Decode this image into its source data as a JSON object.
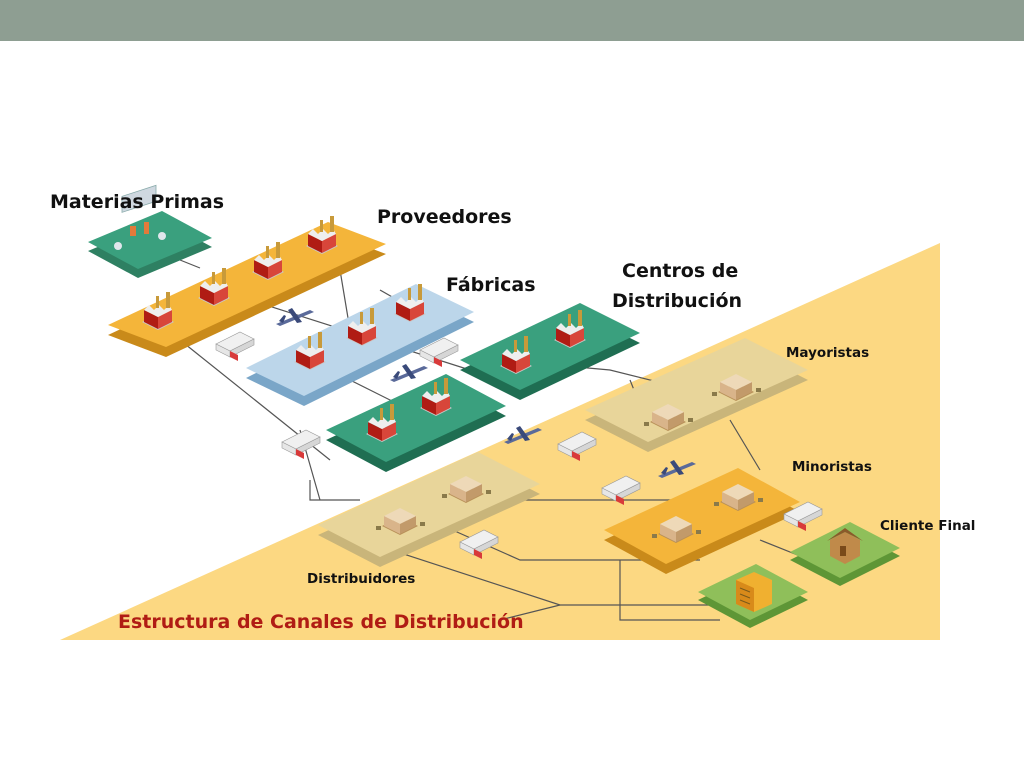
{
  "colors": {
    "top_bar": "#8e9e92",
    "retail_zone": "#fcd882",
    "suppliers": "#f4b53a",
    "factories": "#bcd6ea",
    "distribution_centers": "#3aa07e",
    "raw_materials": "#3aa07e",
    "wholesalers": "#e8d59a",
    "retailers": "#f4b53a",
    "end_customer": "#8fbf5a",
    "title_text": "#b01c14"
  },
  "labels": {
    "raw_materials": "Materias Primas",
    "suppliers": "Proveedores",
    "factories": "Fábricas",
    "dc_line1": "Centros de",
    "dc_line2": "Distribución",
    "wholesalers": "Mayoristas",
    "retailers": "Minoristas",
    "end_customer": "Cliente Final",
    "distributors": "Distribuidores",
    "title": "Estructura de Canales de Distribución"
  },
  "icons": [
    "factory-icon",
    "warehouse-icon",
    "truck-icon",
    "airplane-icon",
    "house-icon",
    "office-building-icon",
    "raw-materials-plant-icon"
  ]
}
